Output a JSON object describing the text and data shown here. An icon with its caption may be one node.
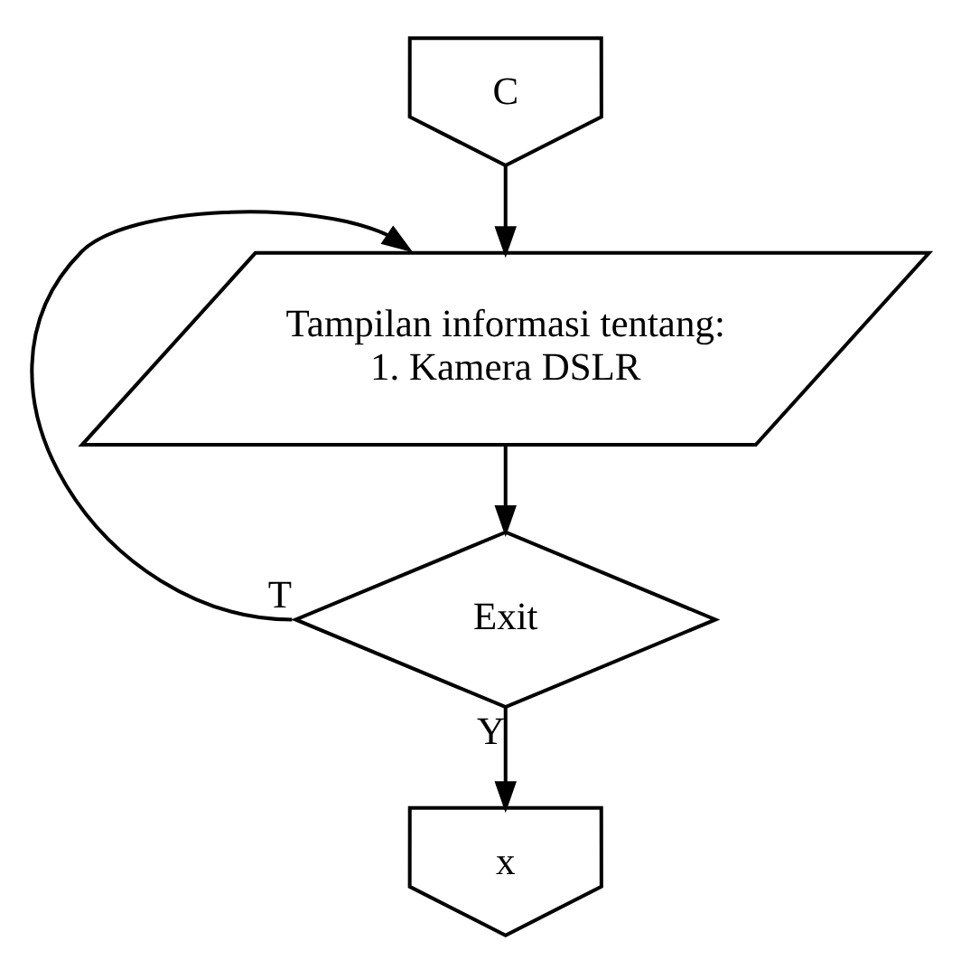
{
  "diagram": {
    "nodes": [
      {
        "text": [
          "C"
        ]
      },
      {
        "text": [
          "Tampilan informasi tentang:",
          "1. Kamera DSLR"
        ]
      },
      {
        "text": [
          "Exit"
        ]
      },
      {
        "text": [
          "x"
        ]
      }
    ],
    "edges": [
      {
        "from": 0,
        "to": 1,
        "arrow": "to"
      },
      {
        "from": 1,
        "to": 2,
        "arrow": "to"
      },
      {
        "from": 2,
        "to": 1,
        "arrow": "to",
        "label": "T"
      },
      {
        "from": 2,
        "to": 3,
        "arrow": "to",
        "label": "Y"
      }
    ]
  }
}
